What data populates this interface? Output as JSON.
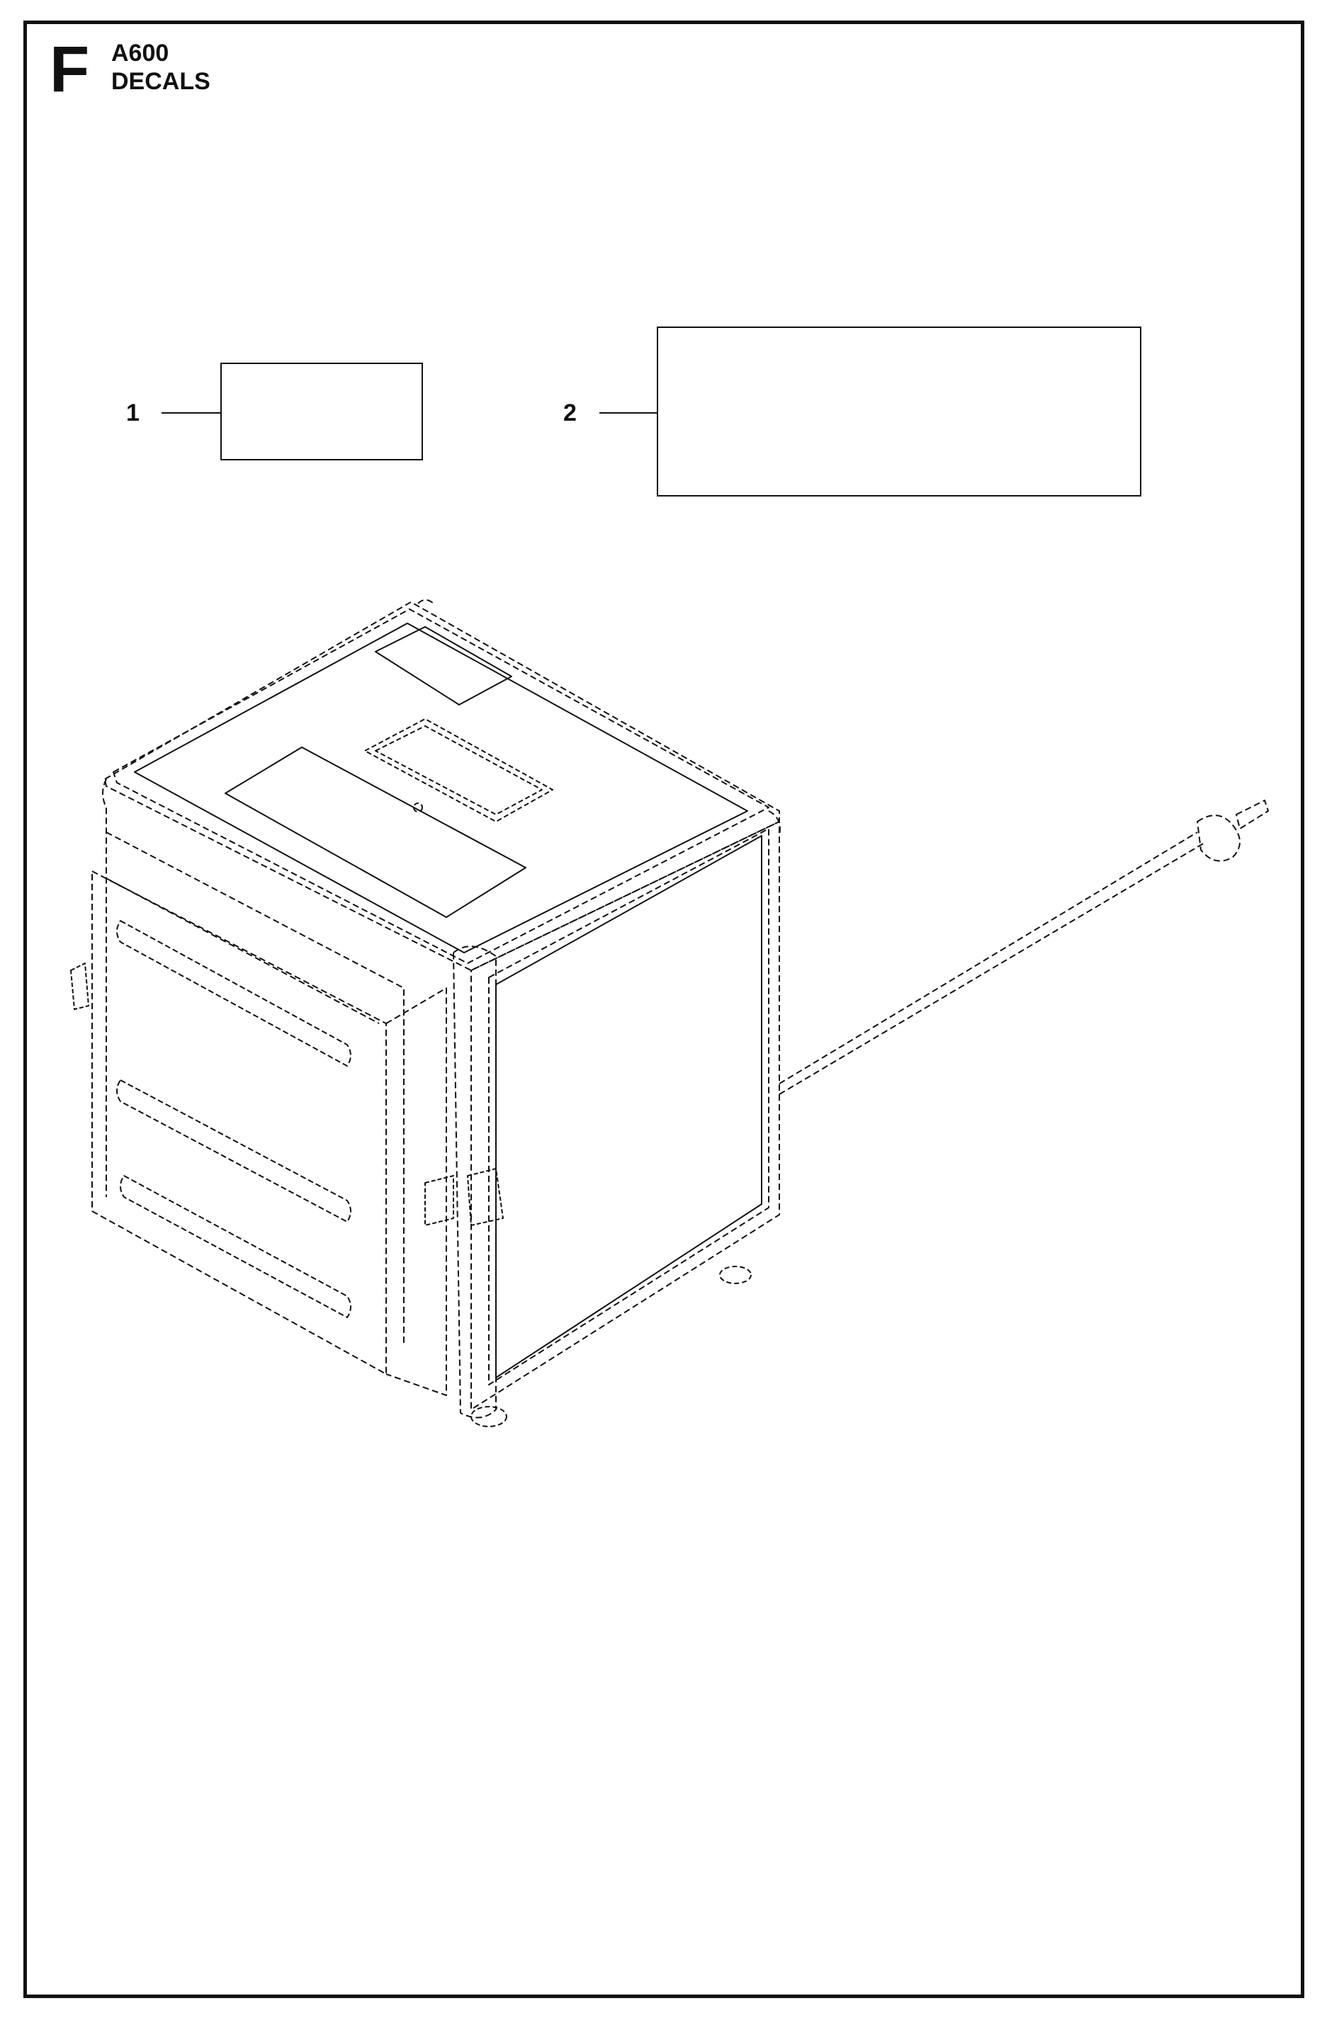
{
  "header": {
    "section_letter": "F",
    "model": "A600",
    "subtitle": "DECALS"
  },
  "callouts": [
    {
      "number": "1"
    },
    {
      "number": "2"
    }
  ]
}
